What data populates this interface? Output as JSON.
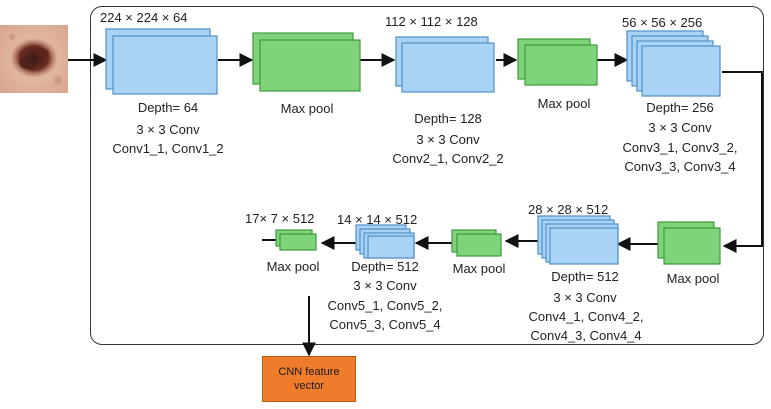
{
  "input_image": {
    "description_icon": "skin-lesion-photo"
  },
  "stages": [
    {
      "id": "conv1",
      "dims": "224 × 224 × 64",
      "depth": "Depth= 64",
      "kernel": "3 × 3 Conv",
      "layers_line1": "Conv1_1, Conv1_2"
    },
    {
      "id": "pool1",
      "label": "Max pool"
    },
    {
      "id": "conv2",
      "dims": "112 × 112 × 128",
      "depth": "Depth= 128",
      "kernel": "3 × 3 Conv",
      "layers_line1": "Conv2_1, Conv2_2"
    },
    {
      "id": "pool2",
      "label": "Max pool"
    },
    {
      "id": "conv3",
      "dims": "56 × 56 × 256",
      "depth": "Depth= 256",
      "kernel": "3 × 3 Conv",
      "layers_line1": "Conv3_1, Conv3_2,",
      "layers_line2": "Conv3_3, Conv3_4"
    },
    {
      "id": "pool3",
      "label": "Max pool"
    },
    {
      "id": "conv4",
      "dims": "28 × 28 × 512",
      "depth": "Depth= 512",
      "kernel": "3 × 3 Conv",
      "layers_line1": "Conv4_1, Conv4_2,",
      "layers_line2": "Conv4_3, Conv4_4"
    },
    {
      "id": "pool4",
      "label": "Max pool"
    },
    {
      "id": "conv5",
      "dims": "14 × 14 × 512",
      "depth": "Depth= 512",
      "kernel": "3 × 3 Conv",
      "layers_line1": "Conv5_1, Conv5_2,",
      "layers_line2": "Conv5_3, Conv5_4"
    },
    {
      "id": "pool5",
      "dims": "17× 7 × 512",
      "label": "Max pool"
    }
  ],
  "output": {
    "line1": "CNN feature",
    "line2": "vector"
  },
  "colors": {
    "conv_fill": "#a9d3f5",
    "conv_stroke": "#4f8fc6",
    "pool_fill": "#7fd37a",
    "pool_stroke": "#3f9b3a",
    "output_fill": "#ef7c2a"
  }
}
